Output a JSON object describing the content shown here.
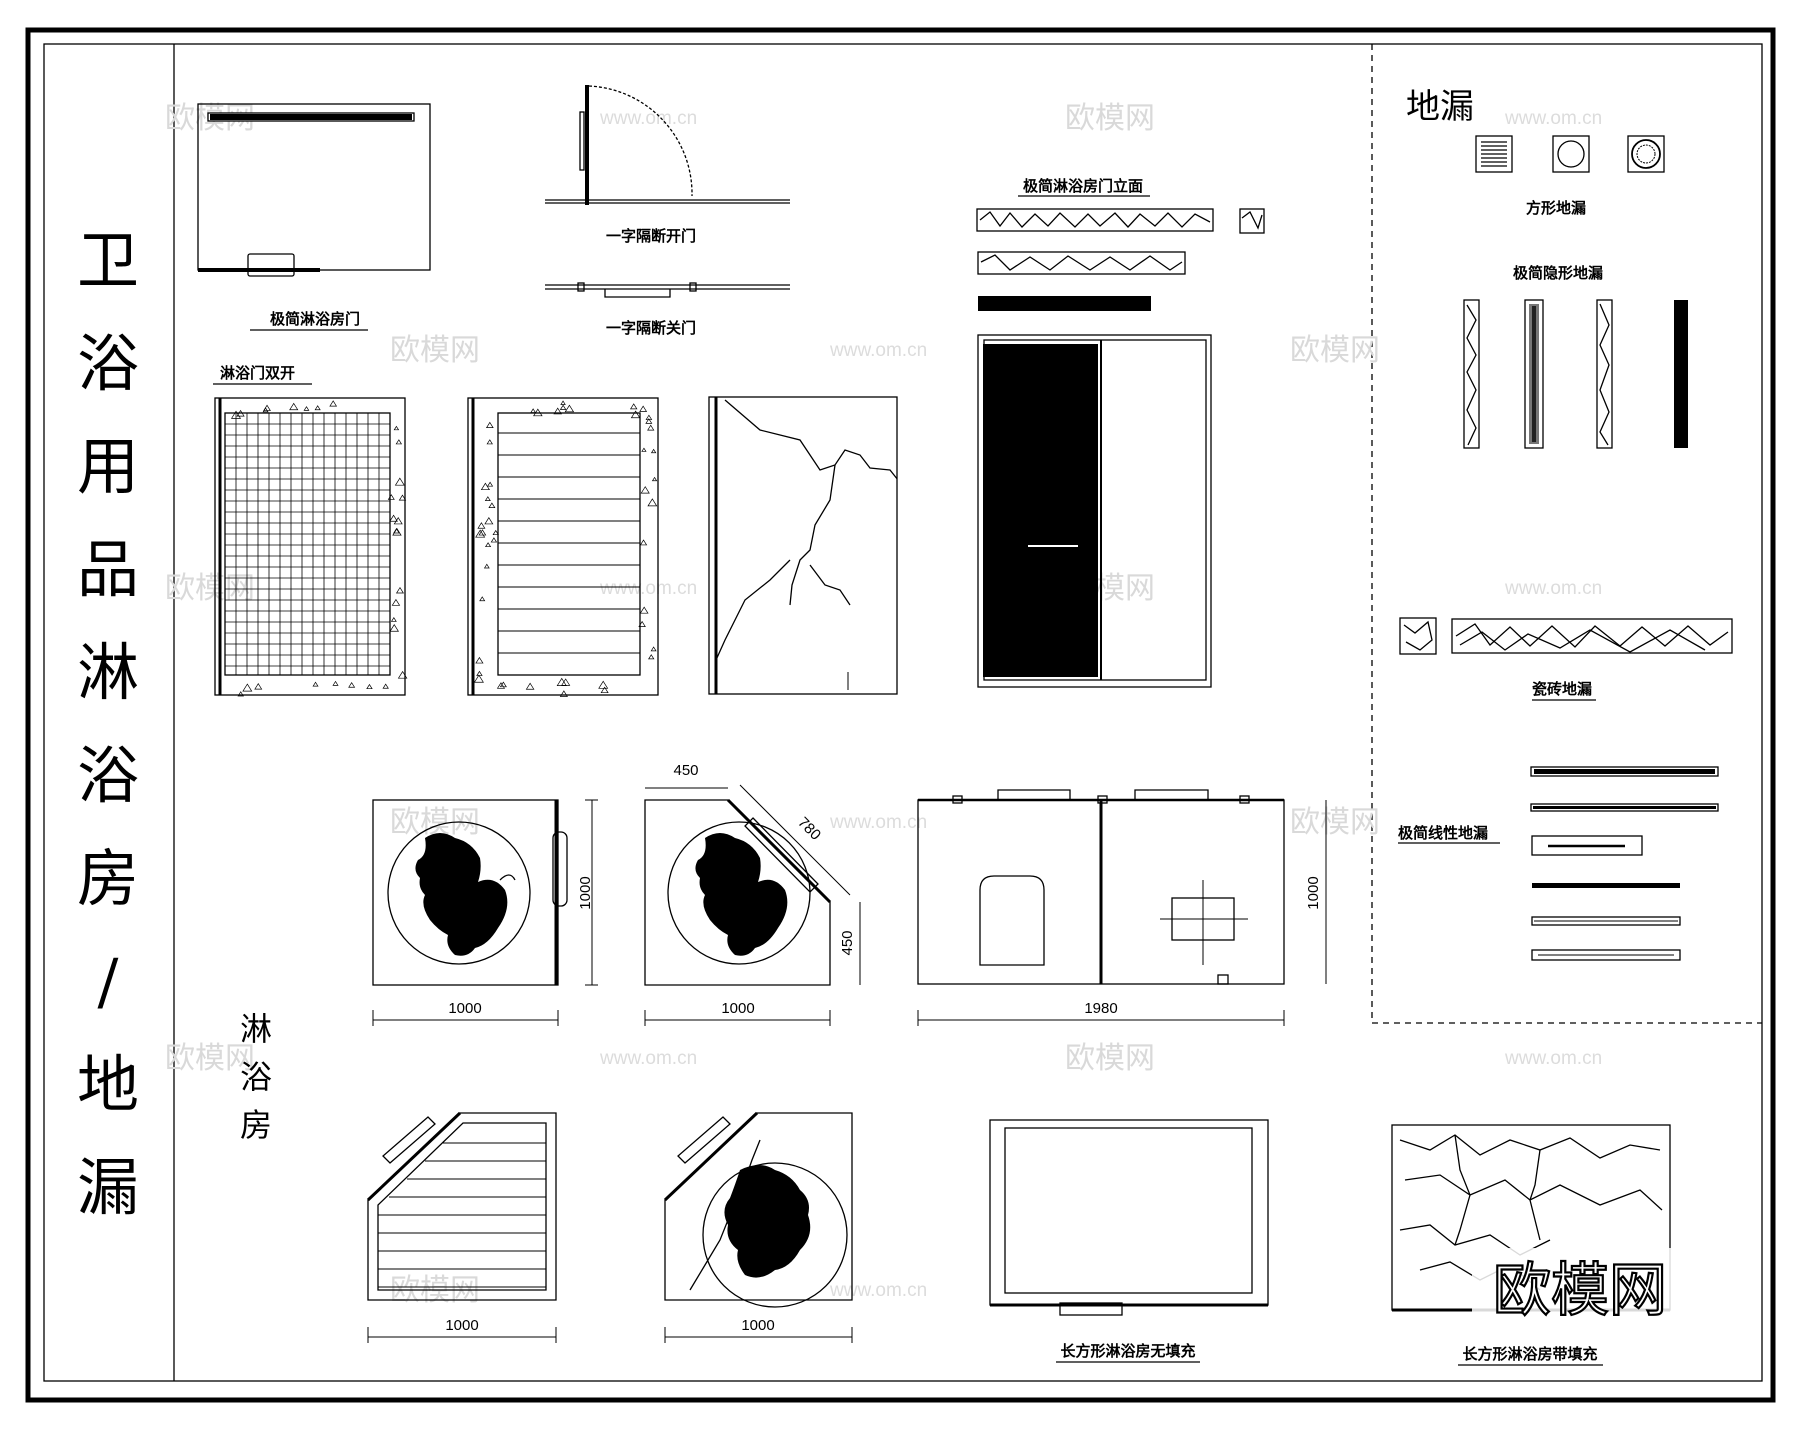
{
  "sheet": {
    "title_chars": [
      "卫",
      "浴",
      "用",
      "品",
      "淋",
      "浴",
      "房",
      "/",
      "地",
      "漏"
    ],
    "side_label_chars": [
      "淋",
      "浴",
      "房"
    ],
    "floor_drain_heading": "地漏",
    "watermark_url": "www.om.cn",
    "watermark_brand": "欧模网",
    "logo_text": "欧模网"
  },
  "labels": {
    "minimal_shower_door": "极简淋浴房门",
    "partition_open_door": "一字隔断开门",
    "partition_closed_door": "一字隔断关门",
    "shower_door_double": "淋浴门双开",
    "minimal_shower_elevation": "极简淋浴房门立面",
    "square_drain": "方形地漏",
    "hidden_drain": "极简隐形地漏",
    "tile_drain": "瓷砖地漏",
    "linear_drain": "极简线性地漏",
    "rect_shower_no_fill": "长方形淋浴房无填充",
    "rect_shower_with_fill": "长方形淋浴房带填充"
  },
  "dimensions": {
    "plan1_width": "1000",
    "plan1_height": "1000",
    "plan2_top": "450",
    "plan2_diag": "780",
    "plan2_side": "450",
    "plan2_width": "1000",
    "elev_width": "1980",
    "elev_height": "1000",
    "plan3_width": "1000",
    "plan4_width": "1000"
  }
}
